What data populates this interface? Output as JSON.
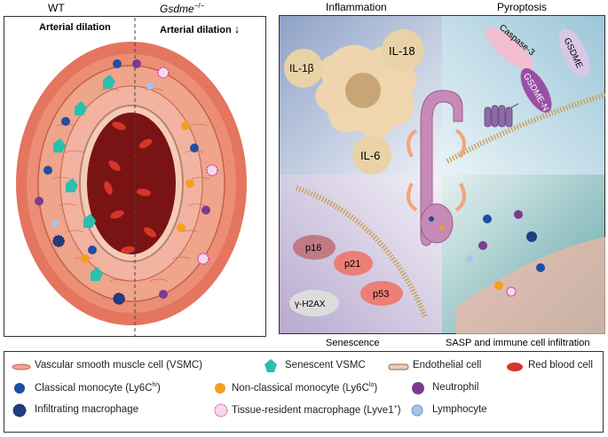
{
  "left_panel": {
    "label_wt": "WT",
    "label_ko": "Gsdme",
    "label_ko_sup": "−/−",
    "label_dilation_wt": "Arterial dilation",
    "label_dilation_ko": "Arterial dilation",
    "arrow_glyph": "↓"
  },
  "right_panel": {
    "q_inflammation": "Inflammation",
    "q_pyroptosis": "Pyroptosis",
    "q_senescence": "Senescence",
    "q_sasp": "SASP and immune cell infiltration",
    "il1b": "IL-1β",
    "il18": "IL-18",
    "il6": "IL-6",
    "caspase3": "Caspase-3",
    "gsdme": "GSDME",
    "gsdme_n": "GSDME-N",
    "p16": "p16",
    "p21": "p21",
    "p53": "p53",
    "h2ax": "γ-H2AX"
  },
  "legend": {
    "vsmc": "Vascular smooth muscle cell (VSMC)",
    "senescent": "Senescent VSMC",
    "endothelial": "Endothelial cell",
    "rbc": "Red blood cell",
    "classical": "Classical monocyte (Ly6C",
    "classical_sup": "hi",
    "nonclassical": "Non-classical monocyte (Ly6C",
    "nonclassical_sup": "lo",
    "neutrophil": "Neutrophil",
    "infiltrating": "Infiltrating macrophage",
    "resident": "Tissue-resident macrophage (Lyve1",
    "resident_sup": "+",
    "lymphocyte": "Lymphocyte",
    "close_paren": ")"
  },
  "colors": {
    "artery_outer": "#e0735f",
    "lumen": "#7a1414",
    "rbc": "#d73527",
    "classical": "#1f4fa0",
    "nonclassical": "#f2a020",
    "neutrophil": "#7b3c8f",
    "senescent": "#2bbfb0",
    "gsdme": "#9a4fa6"
  }
}
